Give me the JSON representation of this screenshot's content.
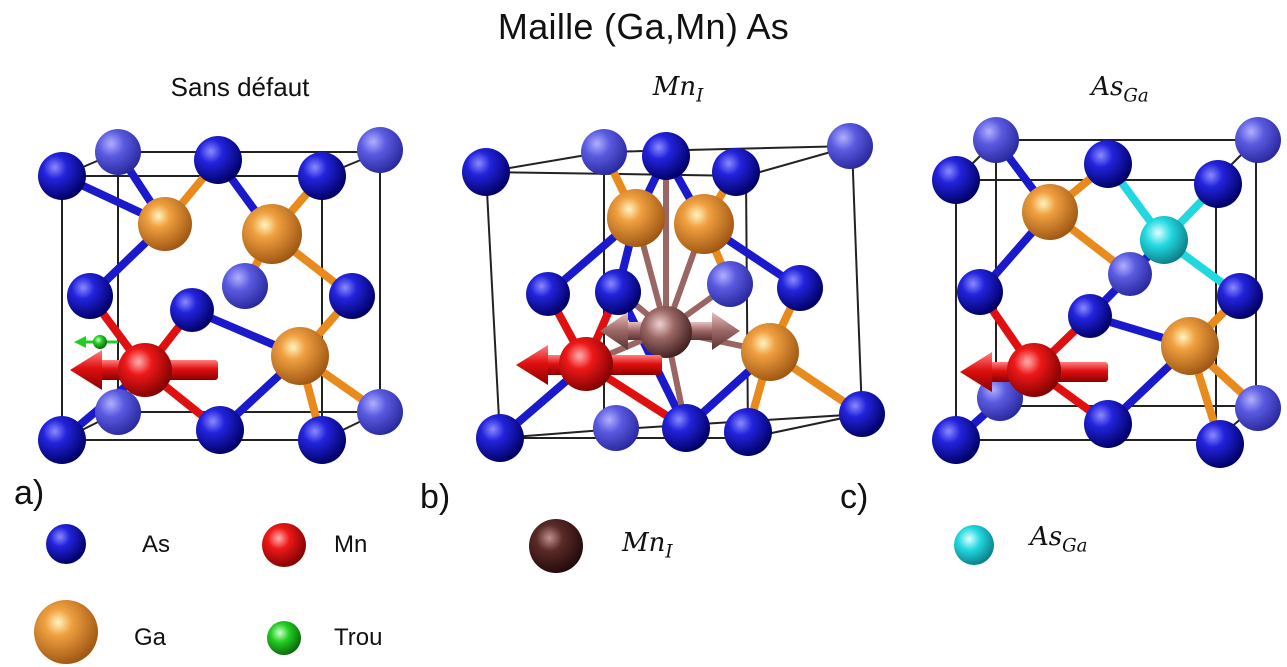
{
  "title": "Maille (Ga,Mn) As",
  "panels": [
    {
      "label": "a)",
      "title": "Sans défaut"
    },
    {
      "label": "b)",
      "title_base": "Mn",
      "title_sub": "I"
    },
    {
      "label": "c)",
      "title_base": "As",
      "title_sub": "Ga"
    }
  ],
  "legend": {
    "as": "As",
    "mn": "Mn",
    "ga": "Ga",
    "trou": "Trou",
    "mni_base": "Mn",
    "mni_sub": "I",
    "asga_base": "As",
    "asga_sub": "Ga"
  },
  "colors": {
    "as": "#1a1acc",
    "mn": "#e01010",
    "ga": "#e88a1c",
    "trou": "#22cc22",
    "mn_interstitial": "#7a4a48",
    "as_antisite": "#22d8e0"
  }
}
